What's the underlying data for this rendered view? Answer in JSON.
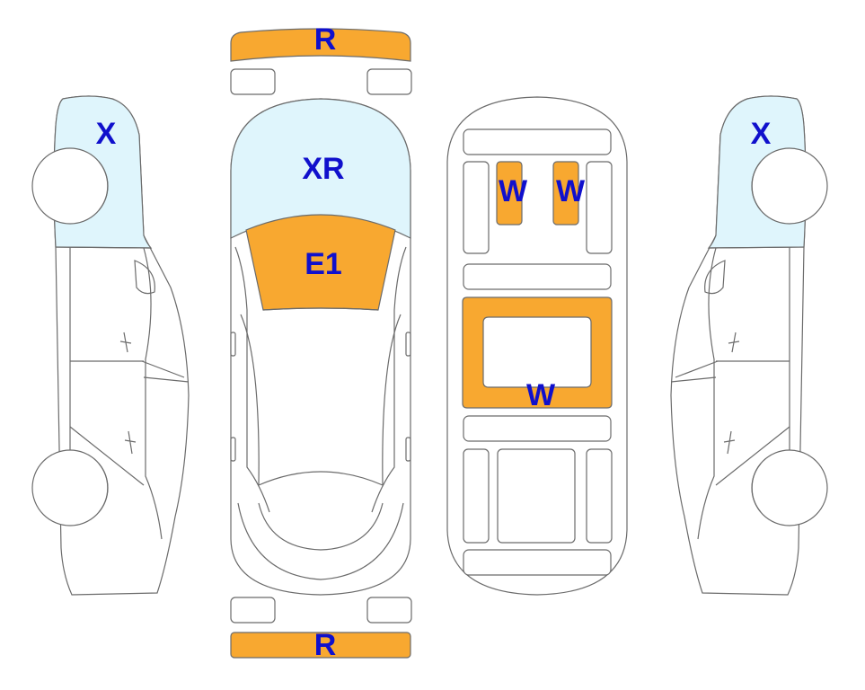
{
  "colors": {
    "damage_orange": "#F8A830",
    "glass_blue": "#DFF5FC",
    "label_blue": "#1010CC",
    "outline": "#6b6b6b"
  },
  "labels": {
    "front_bumper": "R",
    "rear_bumper": "R",
    "left_windshield": "X",
    "right_windshield": "X",
    "top_windshield": "XR",
    "hood": "E1",
    "floor_left_seat": "W",
    "floor_right_seat": "W",
    "floor_center": "W"
  }
}
